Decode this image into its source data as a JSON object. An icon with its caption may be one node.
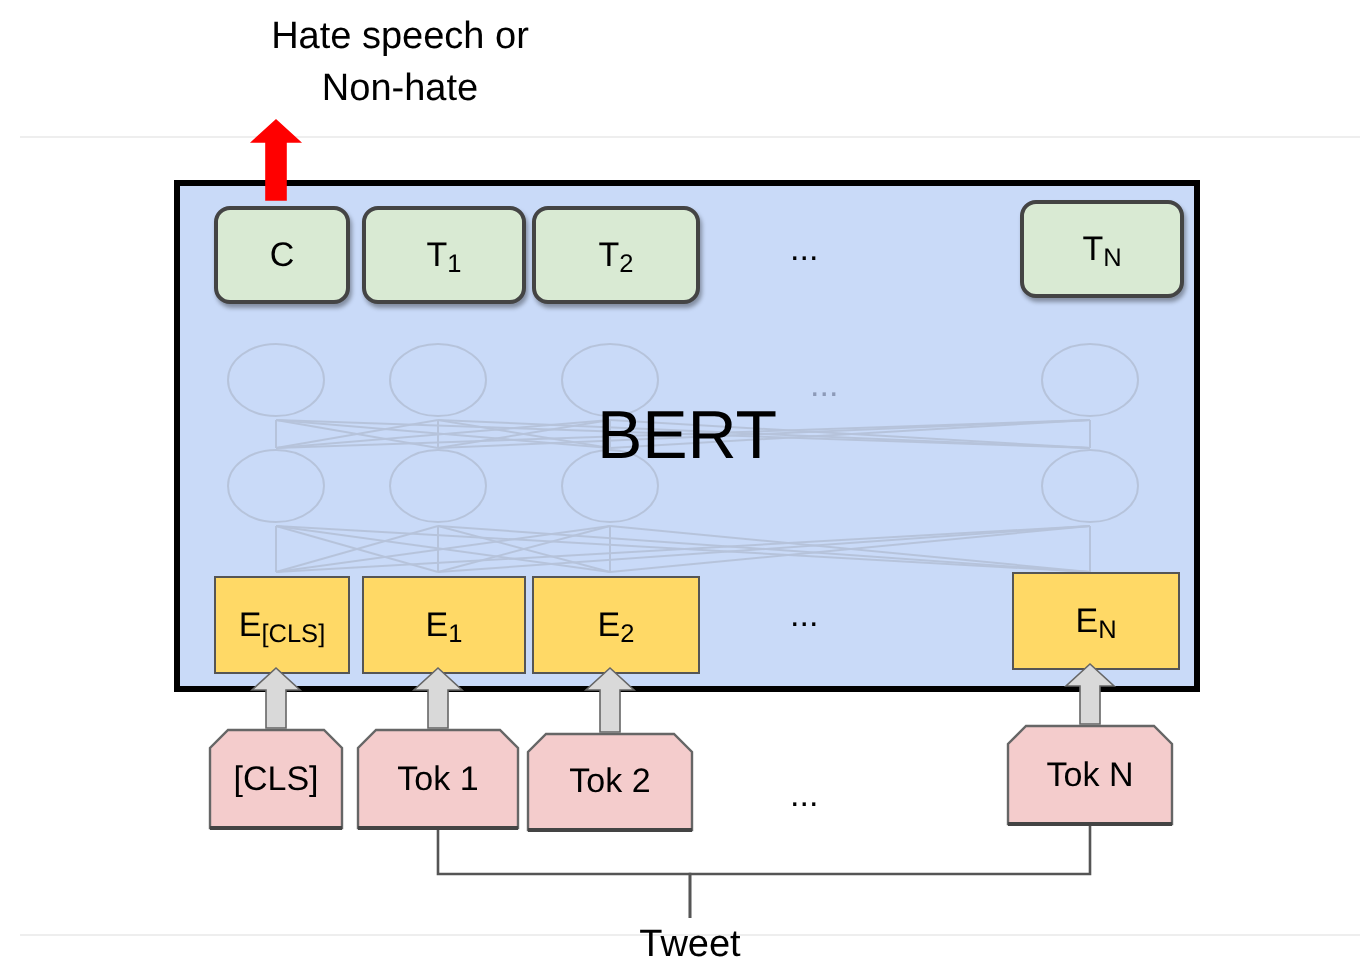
{
  "diagram": {
    "nodes": [
      {
        "text": [
          "Hate speech or Non-hate"
        ]
      },
      {
        "text": [
          "BERT"
        ]
      },
      {
        "text": [
          "C"
        ],
        "in": 1
      },
      {
        "text": [
          "T$_{1}$"
        ],
        "in": 1
      },
      {
        "text": [
          "T$_{2}$"
        ],
        "in": 1
      },
      {
        "text": [
          "T$_{N}$"
        ],
        "in": 1
      },
      {
        "text": [
          "E$_{[CLS]}$"
        ],
        "in": 1
      },
      {
        "text": [
          "E$_{1}$"
        ],
        "in": 1
      },
      {
        "text": [
          "E$_{2}$"
        ],
        "in": 1
      },
      {
        "text": [
          "E$_{N}$"
        ],
        "in": 1
      },
      {
        "text": [
          "[CLS]"
        ]
      },
      {
        "text": [
          "Tok 1"
        ]
      },
      {
        "text": [
          "Tok 2"
        ]
      },
      {
        "text": [
          "Tok N"
        ]
      },
      {
        "text": [
          "Tweet"
        ]
      }
    ],
    "edges": [
      {
        "from": 2,
        "to": 0,
        "arrow": "to",
        "style": "thick",
        "color": "#ff0000"
      },
      {
        "from": 10,
        "to": 6,
        "arrow": "to",
        "style": "thick",
        "color": "#d9d9d9"
      },
      {
        "from": 11,
        "to": 7,
        "arrow": "to",
        "style": "thick",
        "color": "#d9d9d9"
      },
      {
        "from": 12,
        "to": 8,
        "arrow": "to",
        "style": "thick",
        "color": "#d9d9d9"
      },
      {
        "from": 13,
        "to": 9,
        "arrow": "to",
        "style": "thick",
        "color": "#d9d9d9"
      },
      {
        "from": 14,
        "to": 11,
        "arrow": "none",
        "color": "#555555"
      },
      {
        "from": 14,
        "to": 13,
        "arrow": "none",
        "color": "#555555"
      }
    ],
    "labels": [
      "...",
      "...",
      "...",
      "..."
    ]
  }
}
